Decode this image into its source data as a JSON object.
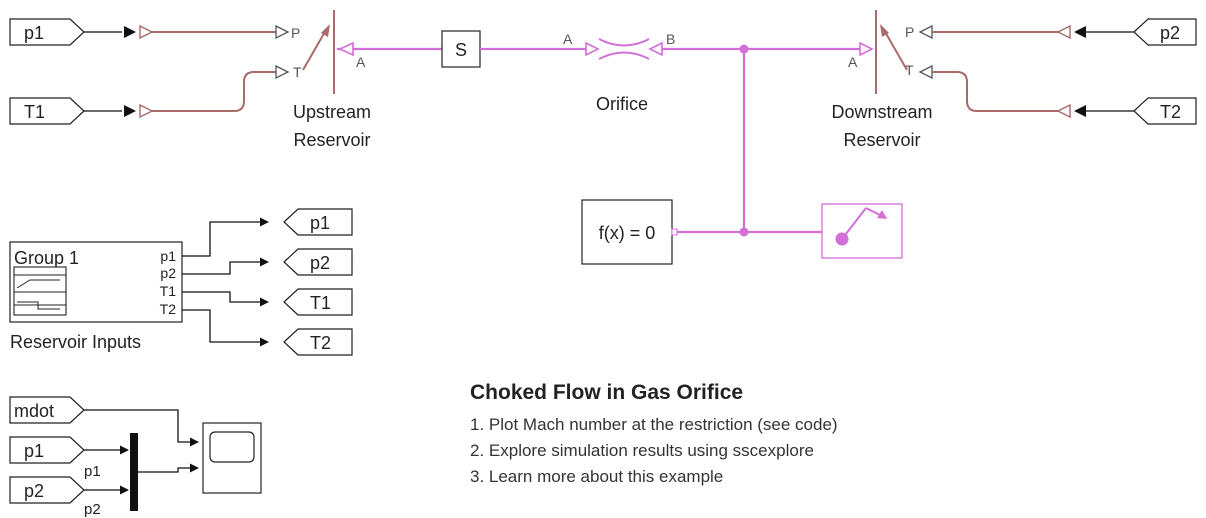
{
  "tags": {
    "goto_p1": "p1",
    "goto_T1": "T1",
    "goto_p2": "p2",
    "goto_T2": "T2",
    "from_p1": "p1",
    "from_p2": "p2",
    "from_T1": "T1",
    "from_T2": "T2",
    "scope_mdot": "mdot",
    "scope_p1": "p1",
    "scope_p2": "p2"
  },
  "blocks": {
    "upstream": {
      "name": [
        "Upstream",
        "Reservoir"
      ],
      "ports": {
        "p": "P",
        "t": "T",
        "a": "A"
      }
    },
    "downstream": {
      "name": [
        "Downstream",
        "Reservoir"
      ],
      "ports": {
        "p": "P",
        "t": "T",
        "a": "A"
      }
    },
    "sensor": {
      "label": "S"
    },
    "orifice": {
      "name": "Orifice",
      "ports": {
        "a": "A",
        "b": "B"
      }
    },
    "solver": {
      "label": "f(x) = 0"
    },
    "signal_builder": {
      "group": "Group 1",
      "name": "Reservoir Inputs",
      "outputs": [
        "p1",
        "p2",
        "T1",
        "T2"
      ]
    },
    "mux": {
      "signal_labels": [
        "p1",
        "p2"
      ]
    }
  },
  "annotation": {
    "title": "Choked Flow in Gas Orifice",
    "links": [
      "1. Plot Mach number at the restriction (see code)",
      "2. Explore simulation results using sscexplore",
      "3. Learn more about this example"
    ]
  },
  "colors": {
    "gas_line": "#d46ed8",
    "physical_signal": "#a96a6a",
    "signal": "#111111"
  }
}
